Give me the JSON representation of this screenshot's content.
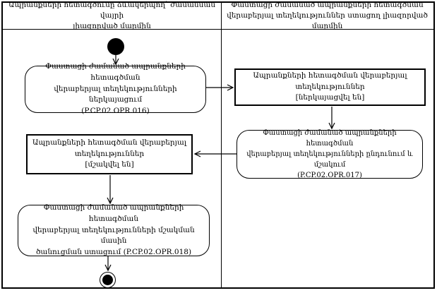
{
  "window": {
    "background_color": "#ffffff",
    "line_color": "#000000"
  },
  "lanes": {
    "left": {
      "title": "Ապրանքների հետագծումը ձևակերպող՝ ժամանման վայրի\nլիազորված մարմին"
    },
    "right": {
      "title": "Փաստացի ժամանած ապրանքների հետագծման\nվերաբերյալ տեղեկություններ ստացող լիազորված մարմին"
    }
  },
  "nodes": {
    "submit_info": {
      "kind": "activity",
      "lane": "left",
      "text": "Փաստացի ժամանած ապրանքների հետագծման\nվերաբերյալ տեղեկությունների ներկայացում\n(P.CP.02.OPR.016)"
    },
    "info_submitted": {
      "kind": "object-state",
      "lane": "right",
      "text": "Ապրանքների հետագծման վերաբերյալ\nտեղեկություններ\n[ներկայացվել են]"
    },
    "receive_process": {
      "kind": "activity",
      "lane": "right",
      "text": "Փաստացի ժամանած ապրանքների հետագծման\nվերաբերյալ տեղեկությունների ընդունում և\nմշակում\n(P.CP.02.OPR.017)"
    },
    "info_processed": {
      "kind": "object-state",
      "lane": "left",
      "text": "Ապրանքների հետագծման վերաբերյալ\nտեղեկություններ\n[մշակվել են]"
    },
    "receive_notification": {
      "kind": "activity",
      "lane": "left",
      "text": "Փաստացի ժամանած ապրանքների հետագծման\nվերաբերյալ տեղեկությունների մշակման մասին\nծանուցման ստացում (P.CP.02.OPR.018)"
    }
  },
  "edges": [
    {
      "from": "start",
      "to": "submit_info"
    },
    {
      "from": "submit_info",
      "to": "info_submitted"
    },
    {
      "from": "info_submitted",
      "to": "receive_process"
    },
    {
      "from": "receive_process",
      "to": "info_processed"
    },
    {
      "from": "info_processed",
      "to": "receive_notification"
    },
    {
      "from": "receive_notification",
      "to": "final"
    }
  ]
}
